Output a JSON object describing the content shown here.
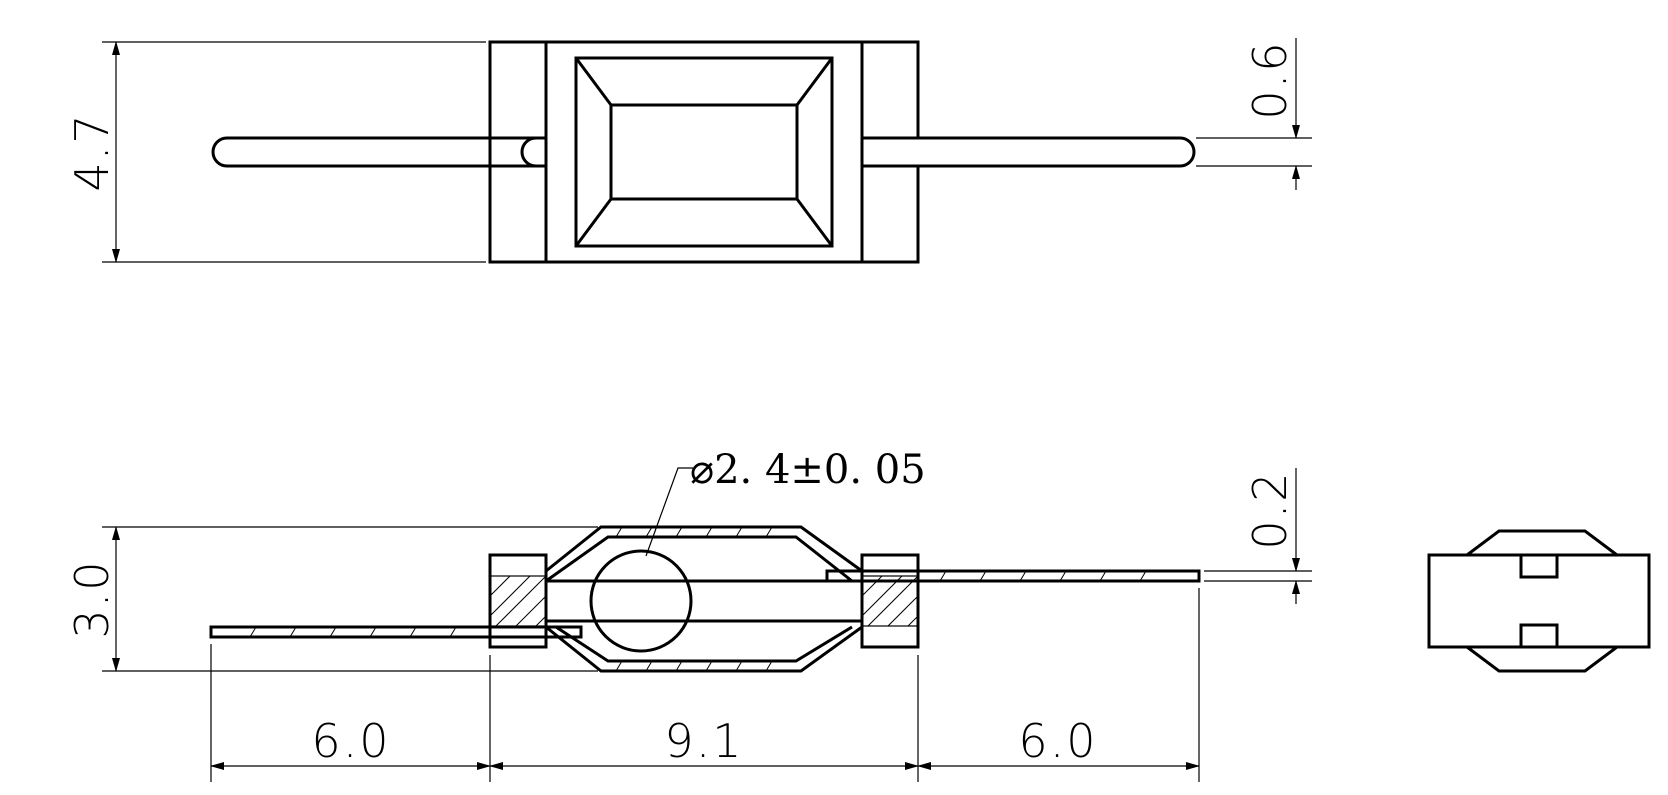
{
  "dimensions": {
    "top_height": "4.7",
    "lead_width": "0.6",
    "side_height": "3.0",
    "lead_thickness": "0.2",
    "left_lead_length": "6.0",
    "body_length": "9.1",
    "right_lead_length": "6.0"
  },
  "callout": {
    "diameter": "⌀2. 4±0. 05"
  },
  "colors": {
    "line": "#000000",
    "background": "#ffffff"
  }
}
